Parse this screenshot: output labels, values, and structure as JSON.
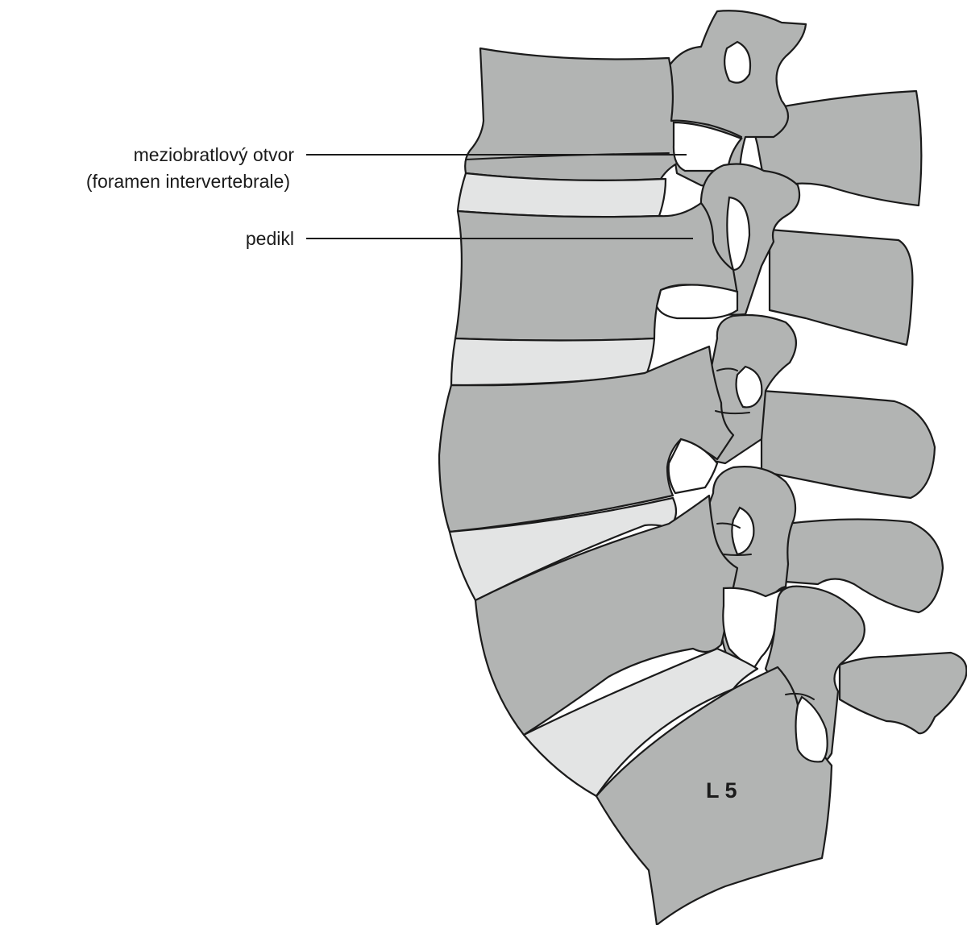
{
  "labels": {
    "foramen_line1": "meziobratlový otvor",
    "foramen_line2": "(foramen intervertebrale)",
    "pedicle": "pedikl",
    "vertebra": "L 5"
  },
  "colors": {
    "bone": "#b2b4b3",
    "disc": "#e3e4e4",
    "outline": "#1b1b1b",
    "background": "#ffffff"
  }
}
